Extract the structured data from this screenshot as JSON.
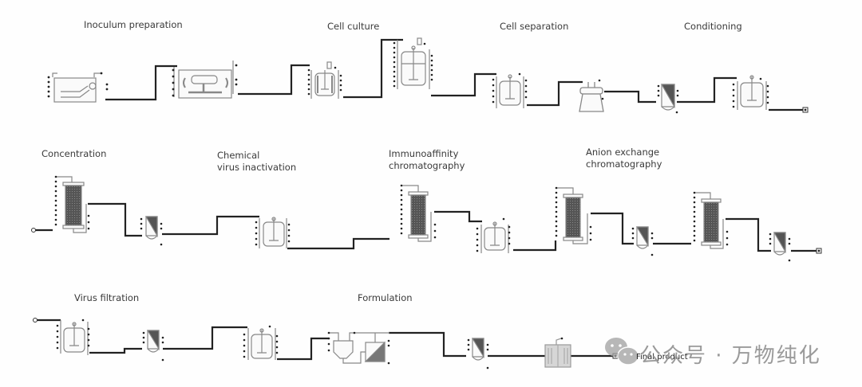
{
  "diagram": {
    "title": "Biopharmaceutical production process flow",
    "stages": [
      {
        "id": "inoculum",
        "label": "Inoculum preparation"
      },
      {
        "id": "cell-culture",
        "label": "Cell culture"
      },
      {
        "id": "cell-separation",
        "label": "Cell separation"
      },
      {
        "id": "conditioning",
        "label": "Conditioning"
      },
      {
        "id": "concentration",
        "label": "Concentration"
      },
      {
        "id": "virus-inactivation",
        "label": "Chemical\nvirus inactivation"
      },
      {
        "id": "immunoaffinity",
        "label": "Immunoaffinity\nchromatography"
      },
      {
        "id": "anion-exchange",
        "label": "Anion exchange\nchromatography"
      },
      {
        "id": "virus-filtration",
        "label": "Virus filtration"
      },
      {
        "id": "formulation",
        "label": "Formulation"
      }
    ],
    "final_product_label": "Final product",
    "equipment": [
      "seed-flask",
      "shaker-incubator",
      "seed-bioreactor",
      "production-bioreactor",
      "harvest-tank",
      "centrifuge",
      "depth-filter",
      "conditioning-tank",
      "uf-column",
      "filter",
      "inactivation-tank",
      "affinity-column",
      "pool-tank",
      "anion-column-1",
      "filter",
      "anion-column-2",
      "filter",
      "filtration-tank",
      "virus-filter",
      "formulation-tank",
      "mixing-tank",
      "diafiltration-unit",
      "sterile-filter",
      "filling-unit"
    ]
  },
  "watermark": {
    "text": "公众号 · 万物纯化"
  }
}
